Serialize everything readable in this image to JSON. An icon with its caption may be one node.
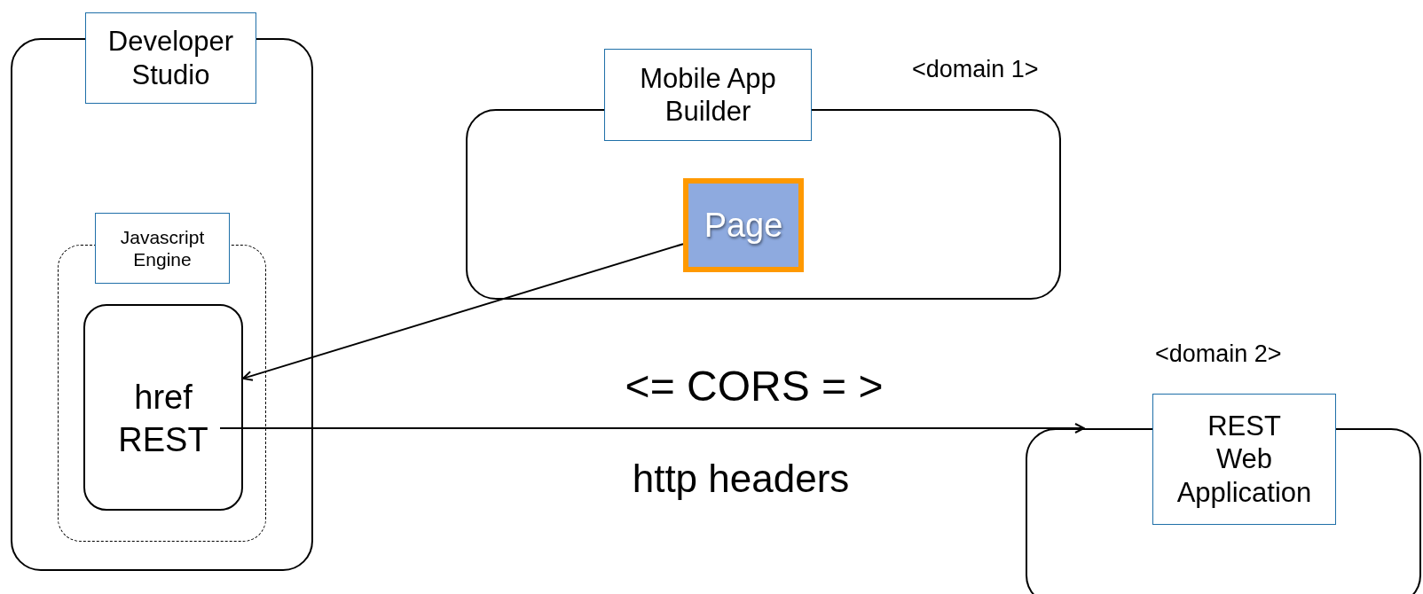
{
  "diagram": {
    "nodes": [
      {
        "text": [
          "Developer Studio"
        ]
      },
      {
        "text": [
          "Javascript Engine"
        ],
        "in": 0
      },
      {
        "text": [
          "href REST"
        ],
        "in": 1
      },
      {
        "text": [
          "Mobile App Builder"
        ],
        "beside": [
          "<domain 1>"
        ]
      },
      {
        "text": [
          "Page"
        ],
        "in": 3
      },
      {
        "text": [
          "REST Web Application"
        ],
        "beside": [
          "<domain 2>"
        ]
      }
    ],
    "edges": [
      {
        "from": 4,
        "to": 2,
        "arrow": "to"
      },
      {
        "from": 2,
        "to": 5,
        "arrow": "to"
      }
    ],
    "labels": [
      "<= CORS = >",
      "http headers"
    ]
  }
}
